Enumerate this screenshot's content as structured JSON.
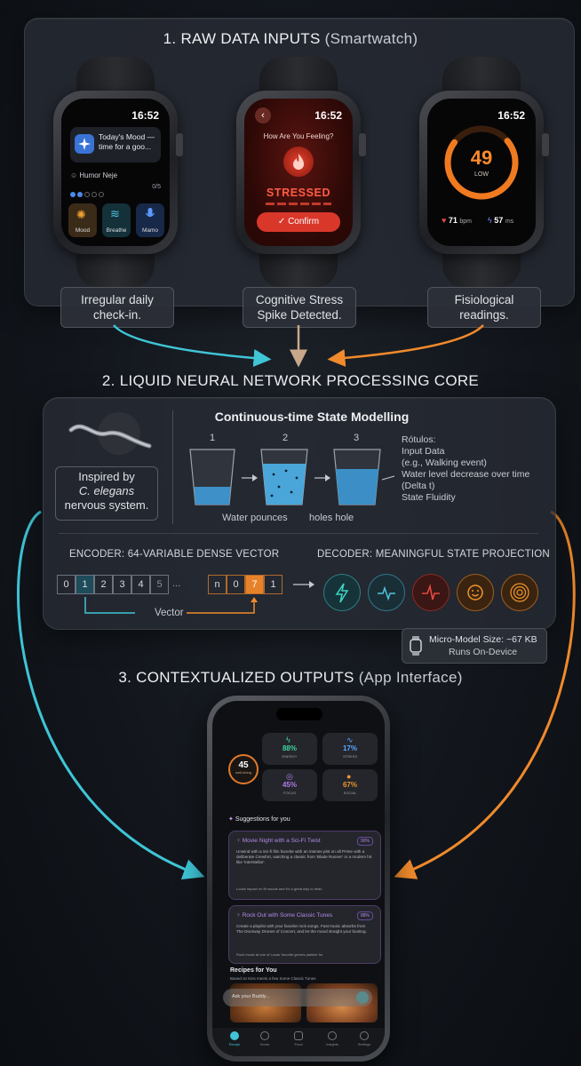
{
  "sections": {
    "s1_title": "1. RAW DATA INPUTS",
    "s1_sub": "(Smartwatch)",
    "s2_title": "2. LIQUID NEURAL NETWORK PROCESSING CORE",
    "s3_title": "3. CONTEXTUALIZED OUTPUTS",
    "s3_sub": "(App Interface)"
  },
  "watch1": {
    "time": "16:52",
    "card_text": "Today's Mood — time for a goo...",
    "humor": "Humor Neje",
    "progress": "0/5",
    "tiles": [
      "Mood",
      "Breathe",
      "Mamo"
    ]
  },
  "watch2": {
    "time": "16:52",
    "question": "How Are You Feeling?",
    "state": "STRESSED",
    "confirm": "Confirm"
  },
  "watch3": {
    "time": "16:52",
    "score": "49",
    "score_label": "LOW",
    "bpm_value": "71",
    "bpm_unit": "bpm",
    "hrv_value": "57",
    "hrv_unit": "ms"
  },
  "input_labels": [
    "Irregular daily check-in.",
    "Cognitive Stress Spike Detected.",
    "Fisiological readings."
  ],
  "core": {
    "inspired_1": "Inspired by",
    "inspired_2": "C. elegans",
    "inspired_3": "nervous system.",
    "modelling_title": "Continuous-time State Modelling",
    "cup_numbers": [
      "1",
      "2",
      "3"
    ],
    "rotulos_title": "Rótulos:",
    "rotulos": [
      "Input Data",
      "(e.g., Walking event)",
      "Water level decrease over time",
      "(Delta t)",
      "State Fluidity"
    ],
    "water_caption_1": "Water pounces",
    "water_caption_2": "holes hole",
    "encoder_title": "ENCODER: 64-VARIABLE DENSE VECTOR",
    "decoder_title": "DECODER: MEANINGFUL STATE PROJECTION",
    "vector_left": [
      "0",
      "1",
      "2",
      "3",
      "4",
      "5"
    ],
    "vector_ellipsis": "...",
    "vector_right": [
      "n",
      "0",
      "7",
      "1"
    ],
    "vector_label": "Vector"
  },
  "micro_model": {
    "size": "Micro-Model Size: ~67 KB",
    "runs": "Runs On-Device"
  },
  "app": {
    "mood_score": "45",
    "mood_label": "well-being",
    "stats": [
      {
        "value": "88%",
        "label": "ENERGY"
      },
      {
        "value": "17%",
        "label": "STRESS"
      },
      {
        "value": "45%",
        "label": "FOCUS"
      },
      {
        "value": "67%",
        "label": "SOCIAL"
      }
    ],
    "suggestions_title": "Suggestions for you",
    "card1_title": "Movie Night with a Sci-Fi Twist",
    "card1_badge": "90%",
    "card1_body": "Unwind with a Sci-fi film favorite with an intense plot on all Prime with a deliberate Crewfort, watching a classic from 'Blade Runner' or a modern hit like 'Interstellar'.",
    "card1_foot": "Loose impact on fit moods and it's a great way to relax",
    "card2_title": "Rock Out with Some Classic Tunes",
    "card2_badge": "88%",
    "card2_body": "Create a playlist with your favorite rock songs. Fast music absorbs from The Doorway Drones of Concert, and let the mood straight your booting.",
    "card2_foot": "Rock music at one of Lucas' favorite genres particle for",
    "recipes_title": "Recipes for You",
    "recipes_sub": "Based on Kiss meets a few Some Classic Tunes",
    "ask_placeholder": "Ask your Buddy...",
    "nav": [
      "Recipe",
      "Home",
      "Food",
      "Insights",
      "Settings"
    ]
  },
  "colors": {
    "cyan": "#3fc5d6",
    "orange": "#f08a2c",
    "red": "#d8423a",
    "purple": "#9a6bd6"
  }
}
